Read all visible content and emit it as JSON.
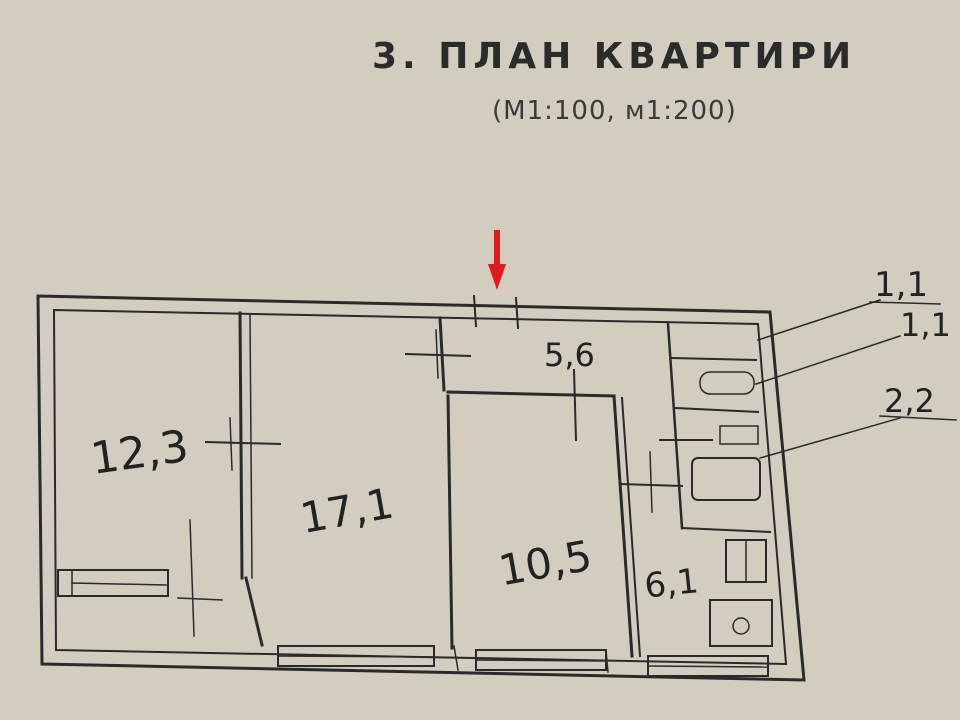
{
  "header": {
    "title": "3. ПЛАН КВАРТИРИ",
    "scale": "(М1:100, м1:200)"
  },
  "rooms": [
    {
      "id": "room-a",
      "area": "12,3"
    },
    {
      "id": "room-b",
      "area": "17,1"
    },
    {
      "id": "room-c",
      "area": "10,5"
    },
    {
      "id": "corridor",
      "area": "5,6"
    },
    {
      "id": "kitchen",
      "area": "6,1"
    }
  ],
  "callouts": [
    {
      "id": "wc",
      "area": "1,1"
    },
    {
      "id": "sink-room",
      "area": "1,1"
    },
    {
      "id": "bathroom",
      "area": "2,2"
    }
  ],
  "marker": {
    "color": "#e0191b"
  },
  "palette": {
    "paper": "#d3cdbf",
    "ink": "#2a2a2a"
  }
}
